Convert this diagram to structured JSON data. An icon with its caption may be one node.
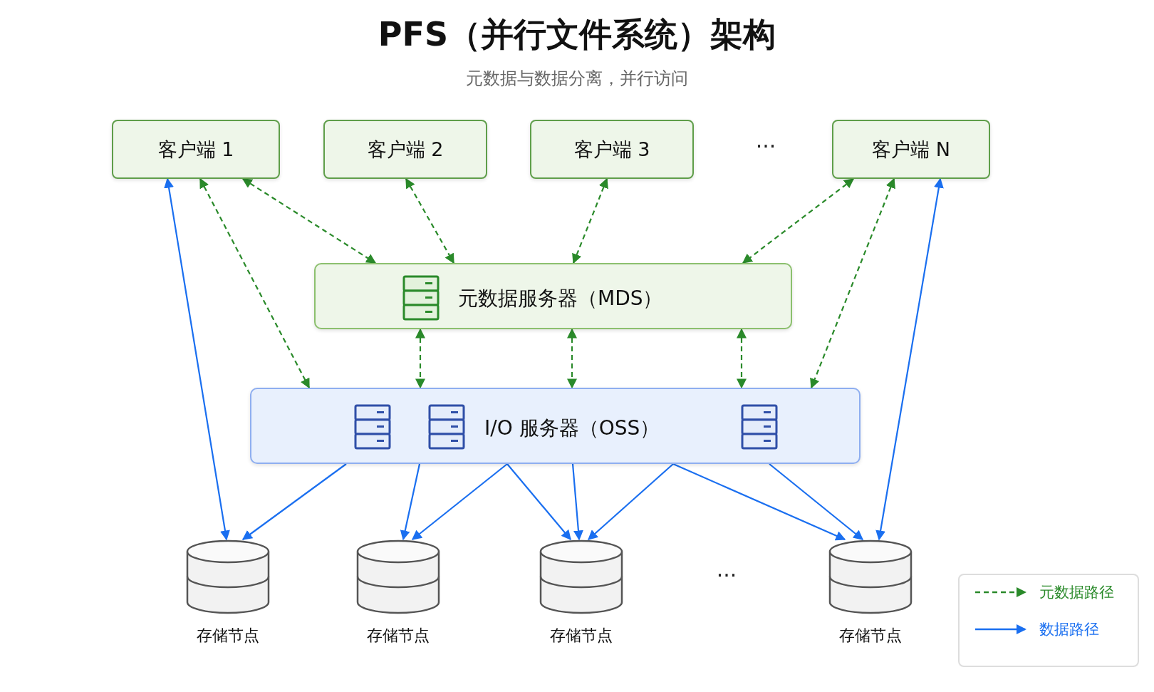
{
  "diagram": {
    "title": "PFS（并行文件系统）架构",
    "nodes": [
      {
        "text": [
          "客户端 1"
        ]
      },
      {
        "text": [
          "客户端 2"
        ]
      },
      {
        "text": [
          "客户端 3"
        ]
      },
      {
        "text": [
          "客户端 N"
        ]
      },
      {
        "text": [
          "元数据服务器（MDS）"
        ]
      },
      {
        "text": [
          "I/O 服务器（OSS）"
        ]
      },
      {
        "text": [
          "存储节点"
        ]
      },
      {
        "text": [
          "存储节点"
        ]
      },
      {
        "text": [
          "存储节点"
        ]
      },
      {
        "text": [
          "存储节点"
        ]
      }
    ],
    "edges": [
      {
        "from": 0,
        "to": 4,
        "arrow": "both",
        "style": "dashed",
        "color": "#2a8a2a"
      },
      {
        "from": 1,
        "to": 4,
        "arrow": "both",
        "style": "dashed",
        "color": "#2a8a2a"
      },
      {
        "from": 2,
        "to": 4,
        "arrow": "both",
        "style": "dashed",
        "color": "#2a8a2a"
      },
      {
        "from": 3,
        "to": 4,
        "arrow": "both",
        "style": "dashed",
        "color": "#2a8a2a"
      },
      {
        "from": 0,
        "to": 5,
        "arrow": "both",
        "style": "dashed",
        "color": "#2a8a2a"
      },
      {
        "from": 3,
        "to": 5,
        "arrow": "both",
        "style": "dashed",
        "color": "#2a8a2a"
      },
      {
        "from": 4,
        "to": 5,
        "arrow": "both",
        "style": "dashed",
        "color": "#2a8a2a"
      },
      {
        "from": 4,
        "to": 5,
        "arrow": "both",
        "style": "dashed",
        "color": "#2a8a2a"
      },
      {
        "from": 4,
        "to": 5,
        "arrow": "both",
        "style": "dashed",
        "color": "#2a8a2a"
      },
      {
        "from": 0,
        "to": 6,
        "arrow": "both"
      },
      {
        "from": 3,
        "to": 9,
        "arrow": "both"
      },
      {
        "from": 5,
        "to": 6,
        "arrow": "to"
      },
      {
        "from": 5,
        "to": 7,
        "arrow": "to"
      },
      {
        "from": 5,
        "to": 7,
        "arrow": "to"
      },
      {
        "from": 5,
        "to": 8,
        "arrow": "to"
      },
      {
        "from": 5,
        "to": 8,
        "arrow": "to"
      },
      {
        "from": 5,
        "to": 8,
        "arrow": "to"
      },
      {
        "from": 5,
        "to": 9,
        "arrow": "to"
      },
      {
        "from": 5,
        "to": 9,
        "arrow": "to"
      }
    ],
    "labels": [
      "元数据与数据分离，并行访问",
      "···",
      "···"
    ],
    "legend": [
      {
        "text": "元数据路径"
      },
      {
        "text": "数据路径"
      }
    ]
  }
}
